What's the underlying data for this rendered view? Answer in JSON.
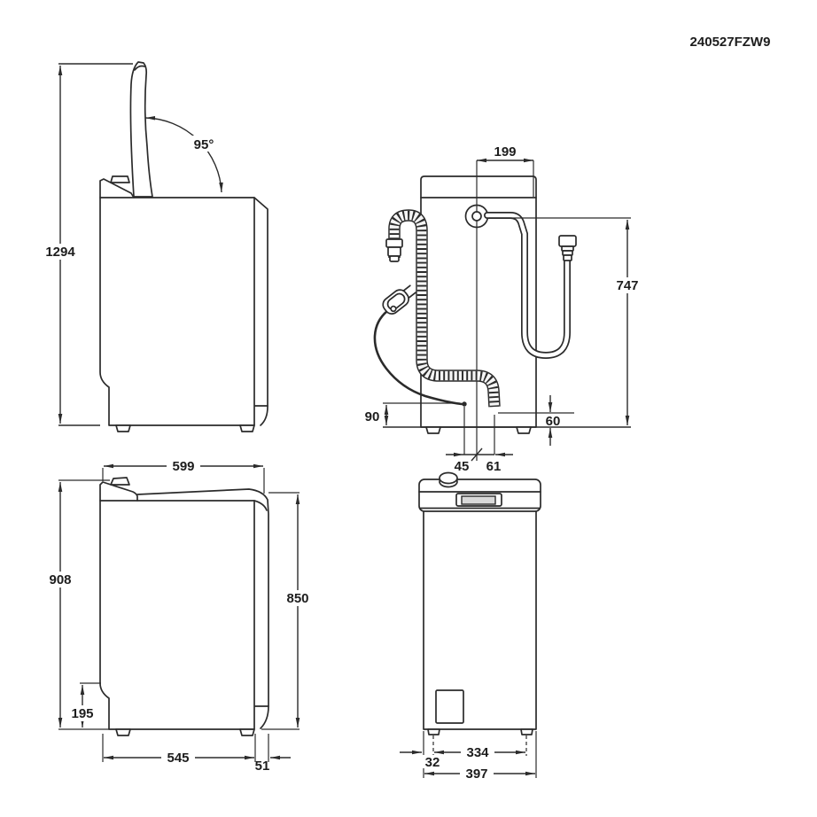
{
  "code": "240527FZW9",
  "views": {
    "side_open": {
      "height": "1294",
      "lid_angle": "95°"
    },
    "rear": {
      "inlet_offset": "199",
      "hose_reach": "747",
      "cord_drop": "90",
      "drain_drop": "60",
      "cord_offset": "45",
      "drain_offset": "61"
    },
    "side_closed": {
      "width": "599",
      "total_height": "908",
      "body_height": "850",
      "plinth_height": "195",
      "base_depth": "545",
      "rear_gap": "51"
    },
    "front": {
      "feet_span": "334",
      "foot_inset": "32",
      "base_width": "397"
    }
  }
}
